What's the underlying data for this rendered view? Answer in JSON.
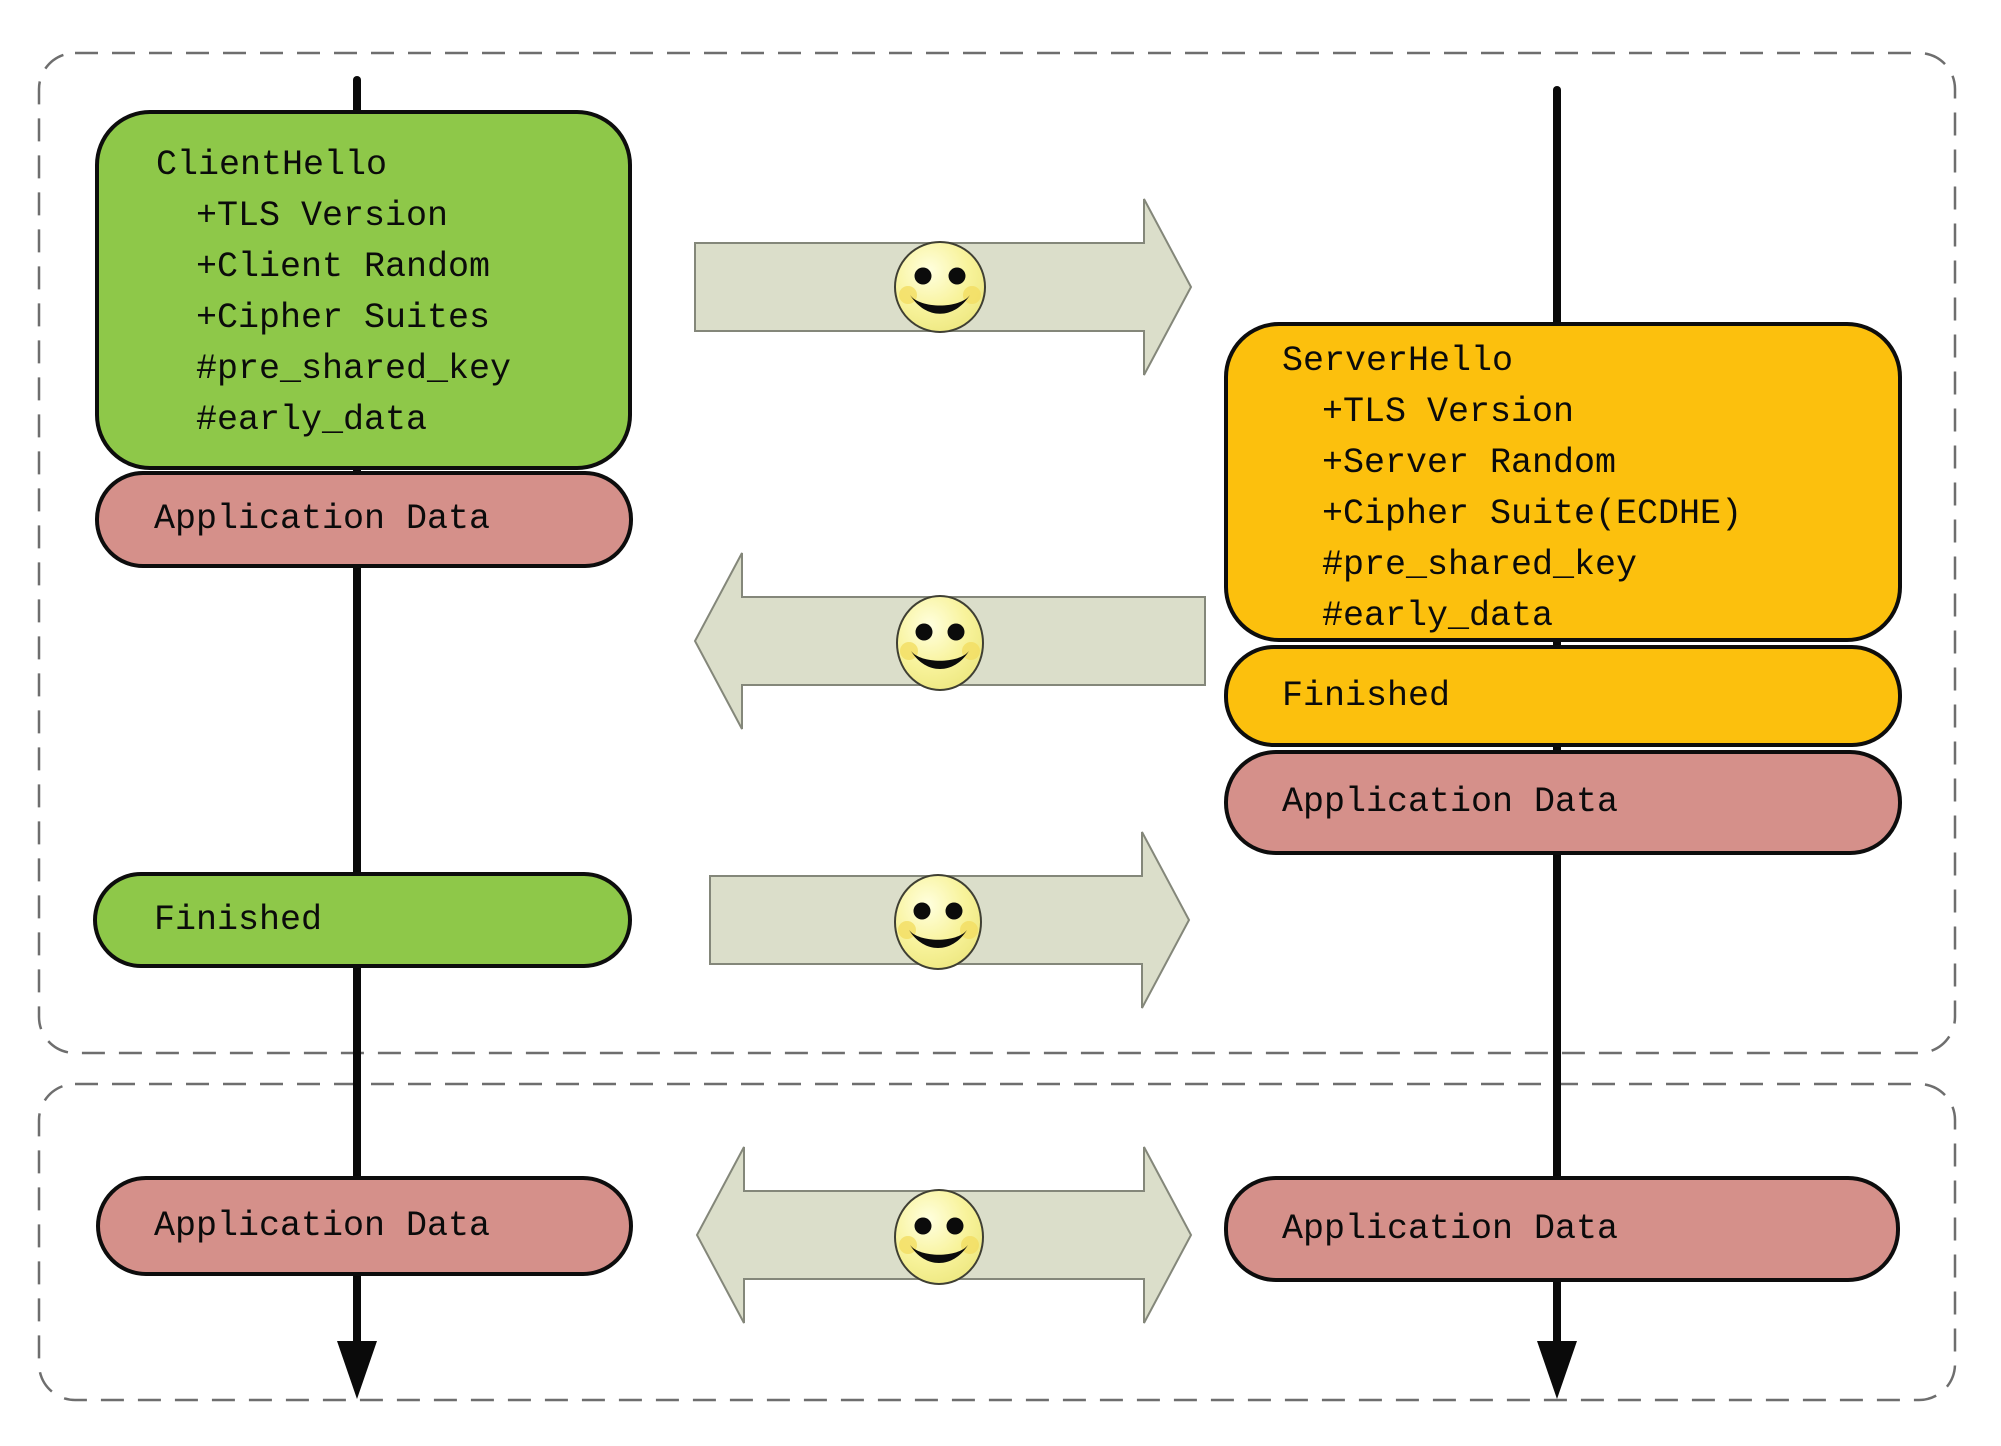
{
  "colors": {
    "client-fill": "#8EC849",
    "server-fill": "#FCC00D",
    "appdata-fill": "#D5908A",
    "arrow-fill": "#DBDECA",
    "smiley-fill": "#F6F096",
    "line-color": "#0A0A0A",
    "dash-color": "#6E6E6E"
  },
  "client": {
    "hello_title": "ClientHello",
    "hello_items": [
      "+TLS Version",
      "+Client Random",
      "+Cipher Suites",
      "#pre_shared_key",
      "#early_data"
    ],
    "app_data_top": "Application Data",
    "finished": "Finished",
    "app_data_bottom": "Application Data"
  },
  "server": {
    "hello_title": "ServerHello",
    "hello_items": [
      "+TLS Version",
      "+Server Random",
      "+Cipher Suite(ECDHE)",
      "#pre_shared_key",
      "#early_data"
    ],
    "finished": "Finished",
    "app_data_top": "Application Data",
    "app_data_bottom": "Application Data"
  }
}
